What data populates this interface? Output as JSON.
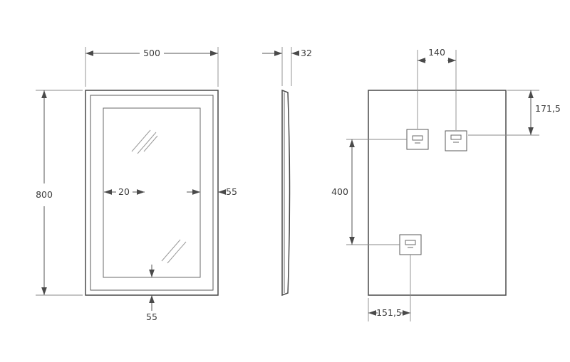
{
  "drawing": {
    "front": {
      "width": "500",
      "height": "800",
      "inner_offset": "20",
      "right_frame": "55",
      "bottom_frame": "55"
    },
    "side": {
      "depth": "32"
    },
    "back": {
      "bracket_spacing": "140",
      "top_offset": "171,5",
      "vertical_spacing": "400",
      "bottom_offset": "151,5"
    },
    "colors": {
      "line": "#4a4a4a",
      "dimension": "#555555",
      "text": "#3c3c3c",
      "background": "#ffffff"
    }
  }
}
